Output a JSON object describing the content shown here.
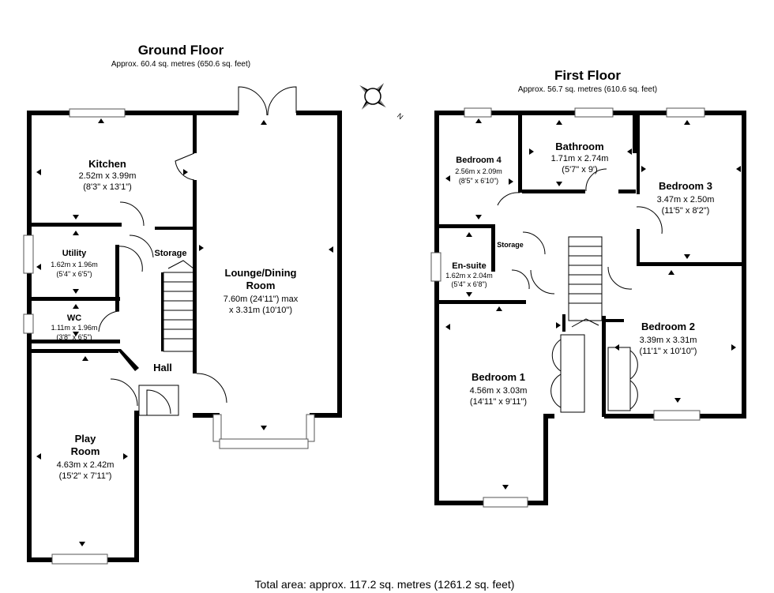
{
  "ground_floor": {
    "title": "Ground Floor",
    "area": "Approx. 60.4 sq. metres (650.6 sq. feet)",
    "rooms": {
      "kitchen": {
        "name": "Kitchen",
        "dim_m": "2.52m x 3.99m",
        "dim_ft": "(8'3\" x 13'1\")"
      },
      "utility": {
        "name": "Utility",
        "dim_m": "1.62m x 1.96m",
        "dim_ft": "(5'4\" x 6'5\")"
      },
      "storage": {
        "name": "Storage"
      },
      "wc": {
        "name": "WC",
        "dim_m": "1.11m x 1.96m",
        "dim_ft": "(3'8\" x 6'5\")"
      },
      "lounge": {
        "name1": "Lounge/Dining",
        "name2": "Room",
        "dim1": "7.60m (24'11\") max",
        "dim2": "x 3.31m (10'10\")"
      },
      "hall": {
        "name": "Hall"
      },
      "play": {
        "name1": "Play",
        "name2": "Room",
        "dim_m": "4.63m x 2.42m",
        "dim_ft": "(15'2\" x 7'11\")"
      }
    }
  },
  "first_floor": {
    "title": "First Floor",
    "area": "Approx. 56.7 sq. metres (610.6 sq. feet)",
    "rooms": {
      "bedroom4": {
        "name": "Bedroom 4",
        "dim_m": "2.56m x 2.09m",
        "dim_ft": "(8'5\" x 6'10\")"
      },
      "bathroom": {
        "name": "Bathroom",
        "dim_m": "1.71m x 2.74m",
        "dim_ft": "(5'7\" x 9')"
      },
      "bedroom3": {
        "name": "Bedroom 3",
        "dim_m": "3.47m x 2.50m",
        "dim_ft": "(11'5\" x 8'2\")"
      },
      "storage": {
        "name": "Storage"
      },
      "ensuite": {
        "name": "En-suite",
        "dim_m": "1.62m x 2.04m",
        "dim_ft": "(5'4\" x 6'8\")"
      },
      "bedroom2": {
        "name": "Bedroom 2",
        "dim_m": "3.39m x 3.31m",
        "dim_ft": "(11'1\" x 10'10\")"
      },
      "bedroom1": {
        "name": "Bedroom 1",
        "dim_m": "4.56m x 3.03m",
        "dim_ft": "(14'11\" x 9'11\")"
      }
    }
  },
  "compass": {
    "north_label": "N"
  },
  "total_area": "Total area: approx. 117.2 sq. metres (1261.2 sq. feet)"
}
